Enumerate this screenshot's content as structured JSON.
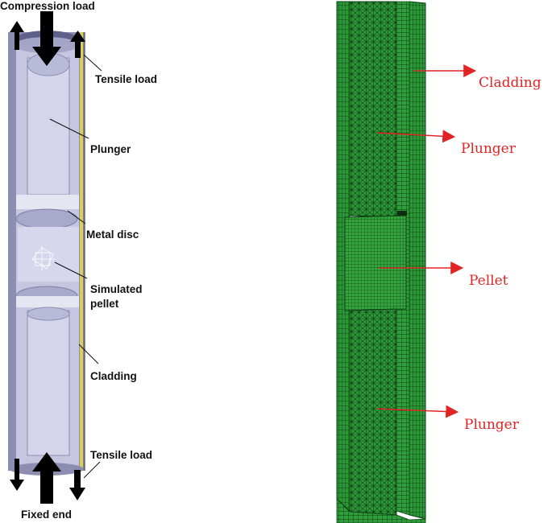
{
  "left_diagram": {
    "labels": {
      "compression_load": "Compression load",
      "tensile_load_top": "Tensile load",
      "plunger": "Plunger",
      "metal_disc": "Metal disc",
      "simulated_pellet_line1": "Simulated",
      "simulated_pellet_line2": "pellet",
      "cladding": "Cladding",
      "tensile_load_bottom": "Tensile load",
      "fixed_end": "Fixed end"
    }
  },
  "right_diagram": {
    "labels": {
      "cladding": "Cladding",
      "plunger_top": "Plunger",
      "pellet": "Pellet",
      "plunger_bottom": "Plunger"
    }
  },
  "colors": {
    "mesh_green": "#2f9e3a",
    "mesh_dark": "#0d3f14",
    "label_red": "#e02424",
    "tube_lavender": "#c6c6e0"
  }
}
